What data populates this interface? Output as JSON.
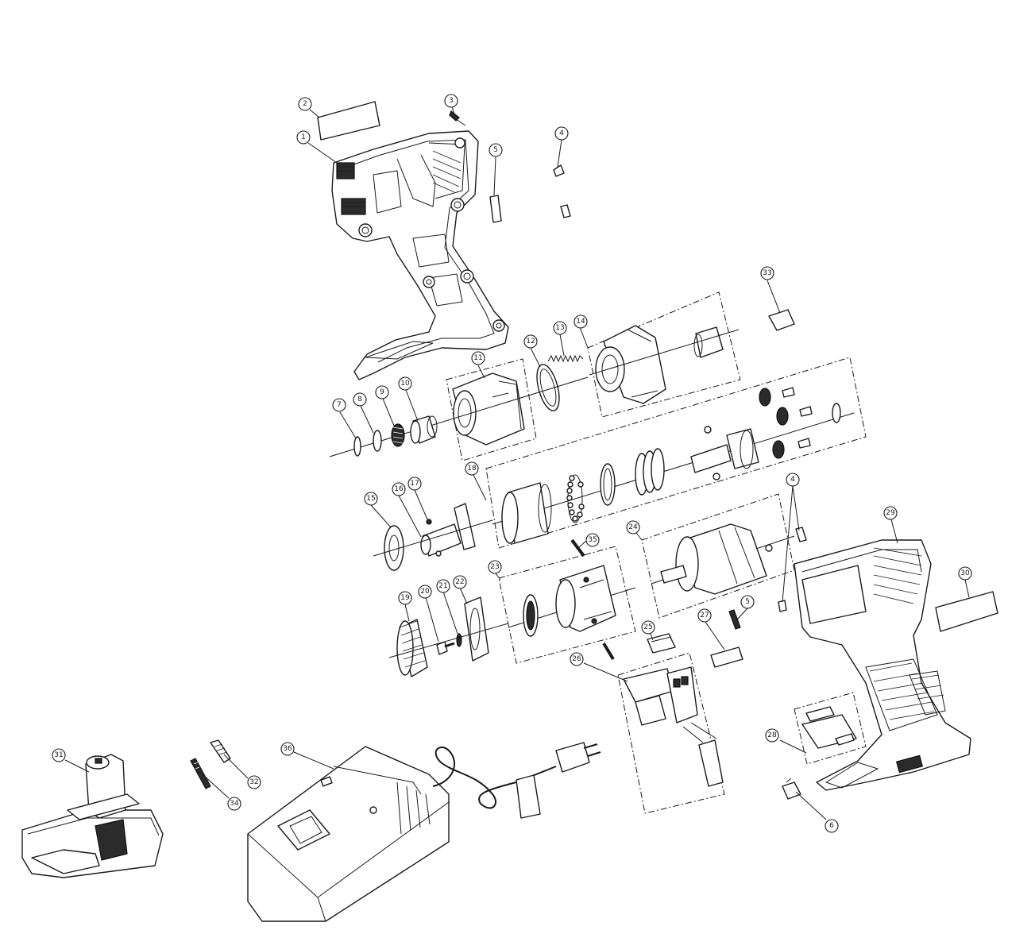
{
  "colors": {
    "ink": "#1a1a1a",
    "paper": "#ffffff"
  },
  "callouts": [
    {
      "id": "c1",
      "label": "1"
    },
    {
      "id": "c2",
      "label": "2"
    },
    {
      "id": "c3",
      "label": "3"
    },
    {
      "id": "c4a",
      "label": "4"
    },
    {
      "id": "c4b",
      "label": "4"
    },
    {
      "id": "c5a",
      "label": "5"
    },
    {
      "id": "c5b",
      "label": "5"
    },
    {
      "id": "c6",
      "label": "6"
    },
    {
      "id": "c7",
      "label": "7"
    },
    {
      "id": "c8",
      "label": "8"
    },
    {
      "id": "c9",
      "label": "9"
    },
    {
      "id": "c10",
      "label": "10"
    },
    {
      "id": "c11",
      "label": "11"
    },
    {
      "id": "c12",
      "label": "12"
    },
    {
      "id": "c13",
      "label": "13"
    },
    {
      "id": "c14",
      "label": "14"
    },
    {
      "id": "c15",
      "label": "15"
    },
    {
      "id": "c16",
      "label": "16"
    },
    {
      "id": "c17",
      "label": "17"
    },
    {
      "id": "c18",
      "label": "18"
    },
    {
      "id": "c19",
      "label": "19"
    },
    {
      "id": "c20",
      "label": "20"
    },
    {
      "id": "c21",
      "label": "21"
    },
    {
      "id": "c22",
      "label": "22"
    },
    {
      "id": "c23",
      "label": "23"
    },
    {
      "id": "c24",
      "label": "24"
    },
    {
      "id": "c25",
      "label": "25"
    },
    {
      "id": "c26",
      "label": "26"
    },
    {
      "id": "c27",
      "label": "27"
    },
    {
      "id": "c28",
      "label": "28"
    },
    {
      "id": "c29",
      "label": "29"
    },
    {
      "id": "c30",
      "label": "30"
    },
    {
      "id": "c31",
      "label": "31"
    },
    {
      "id": "c32",
      "label": "32"
    },
    {
      "id": "c33",
      "label": "33"
    },
    {
      "id": "c34",
      "label": "34"
    },
    {
      "id": "c35",
      "label": "35"
    },
    {
      "id": "c36",
      "label": "36"
    }
  ]
}
